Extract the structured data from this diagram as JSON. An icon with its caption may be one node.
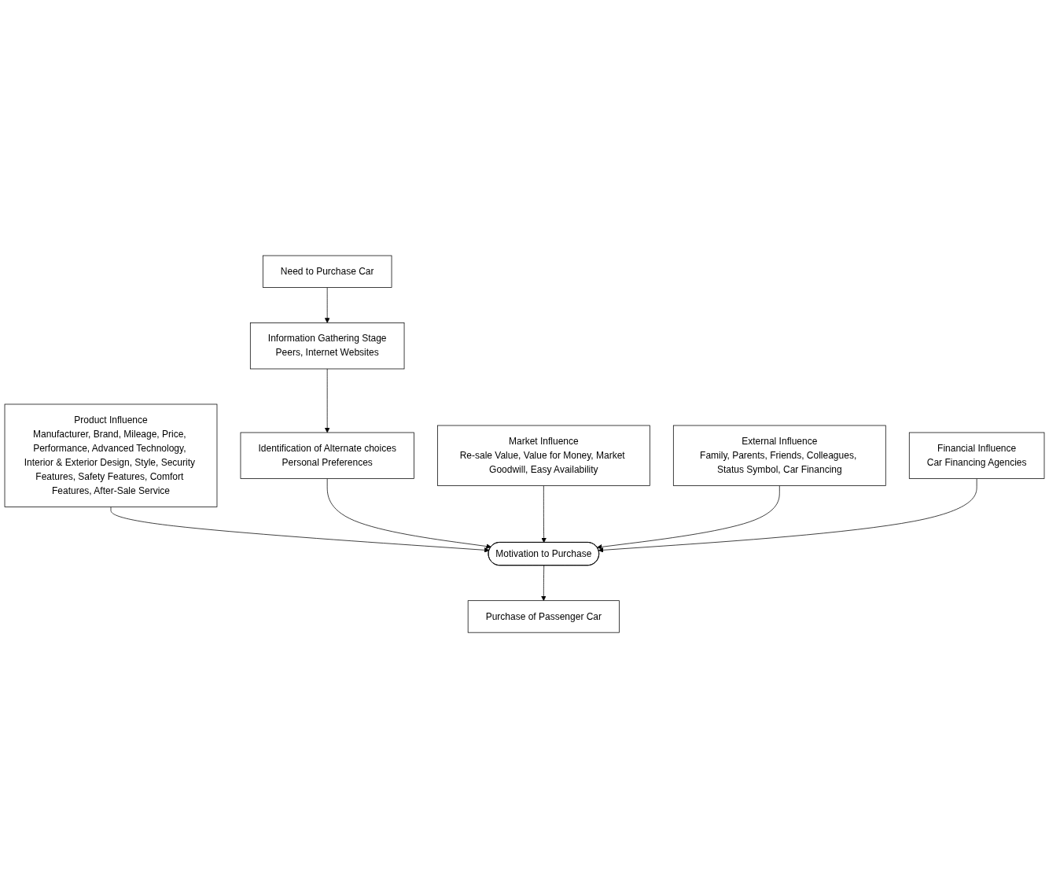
{
  "diagram": {
    "nodes": [
      {
        "text": [
          "Need to Purchase Car"
        ]
      },
      {
        "text": [
          "Product Influence",
          "Manufacturer, Brand, Mileage, Price, Performance, Advanced Technology, Interior & Exterior Design, Style, Security Features, Safety Features, Comfort Features, After-Sale Service"
        ]
      },
      {
        "text": [
          "Information Gathering Stage",
          "Peers, Internet Websites"
        ]
      },
      {
        "text": [
          "Purchase of Passenger Car"
        ]
      },
      {
        "text": [
          "Identification of Alternate choices",
          "Personal Preferences"
        ]
      },
      {
        "text": [
          "Motivation to Purchase"
        ]
      },
      {
        "text": [
          "Market Influence",
          "Re-sale Value, Value for Money, Market Goodwill, Easy Availability"
        ]
      },
      {
        "text": [
          "External Influence",
          "Family, Parents, Friends, Colleagues, Status Symbol, Car Financing"
        ]
      },
      {
        "text": [
          "Financial Influence",
          "Car Financing Agencies"
        ]
      }
    ],
    "edges": [
      {
        "from": 0,
        "to": 2,
        "arrow": "to"
      },
      {
        "from": 2,
        "to": 4,
        "arrow": "to"
      },
      {
        "from": 1,
        "to": 5,
        "arrow": "to"
      },
      {
        "from": 5,
        "to": 3,
        "arrow": "to"
      },
      {
        "from": 4,
        "to": 5,
        "arrow": "to"
      },
      {
        "from": 6,
        "to": 5,
        "arrow": "to"
      },
      {
        "from": 7,
        "to": 5,
        "arrow": "to"
      },
      {
        "from": 8,
        "to": 5,
        "arrow": "to"
      }
    ]
  }
}
